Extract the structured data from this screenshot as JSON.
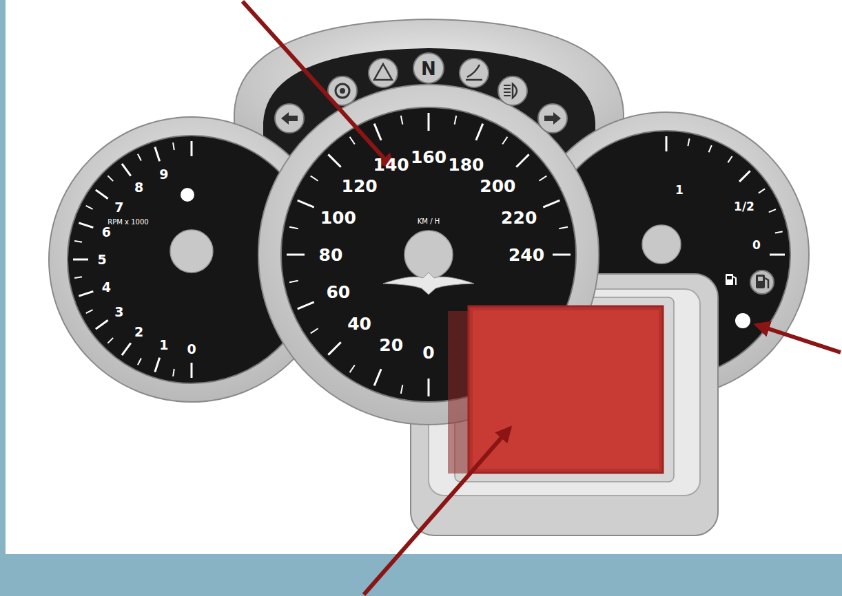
{
  "diagram": {
    "labels": [
      "N",
      "9",
      "8",
      "7",
      "6",
      "5",
      "4",
      "3",
      "2",
      "1",
      "0",
      "RPM x 1000",
      "0",
      "20",
      "40",
      "60",
      "80",
      "100",
      "120",
      "140",
      "160",
      "180",
      "200",
      "220",
      "240",
      "KM / H",
      "1",
      "1/2",
      "0"
    ]
  }
}
